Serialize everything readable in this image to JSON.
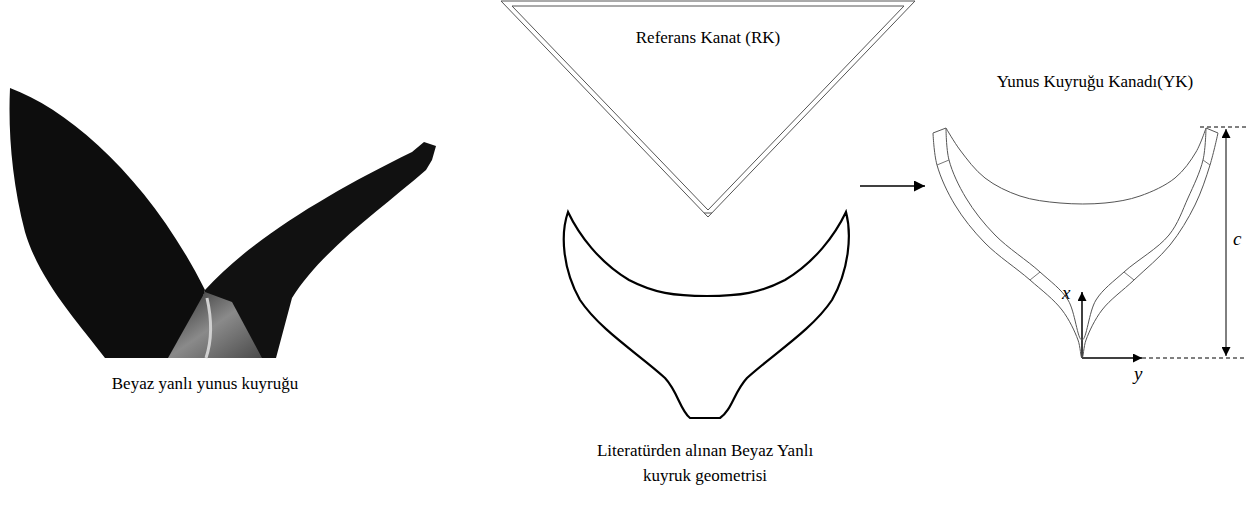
{
  "diagram": {
    "nodes": [
      {
        "text": [
          "Referans Kanat (RK)"
        ]
      },
      {
        "text": [
          "Literatürden alınan Beyaz Yanlı kuyruk geometrisi"
        ]
      },
      {
        "text": [
          "Yunus Kuyruğu Kanadı(YK)"
        ]
      }
    ],
    "edges": [
      {
        "from": 1,
        "to": 2,
        "arrow": "to"
      }
    ],
    "labels": [
      "Beyaz yanlı yunus kuyruğu",
      "x",
      "y",
      "c"
    ]
  }
}
